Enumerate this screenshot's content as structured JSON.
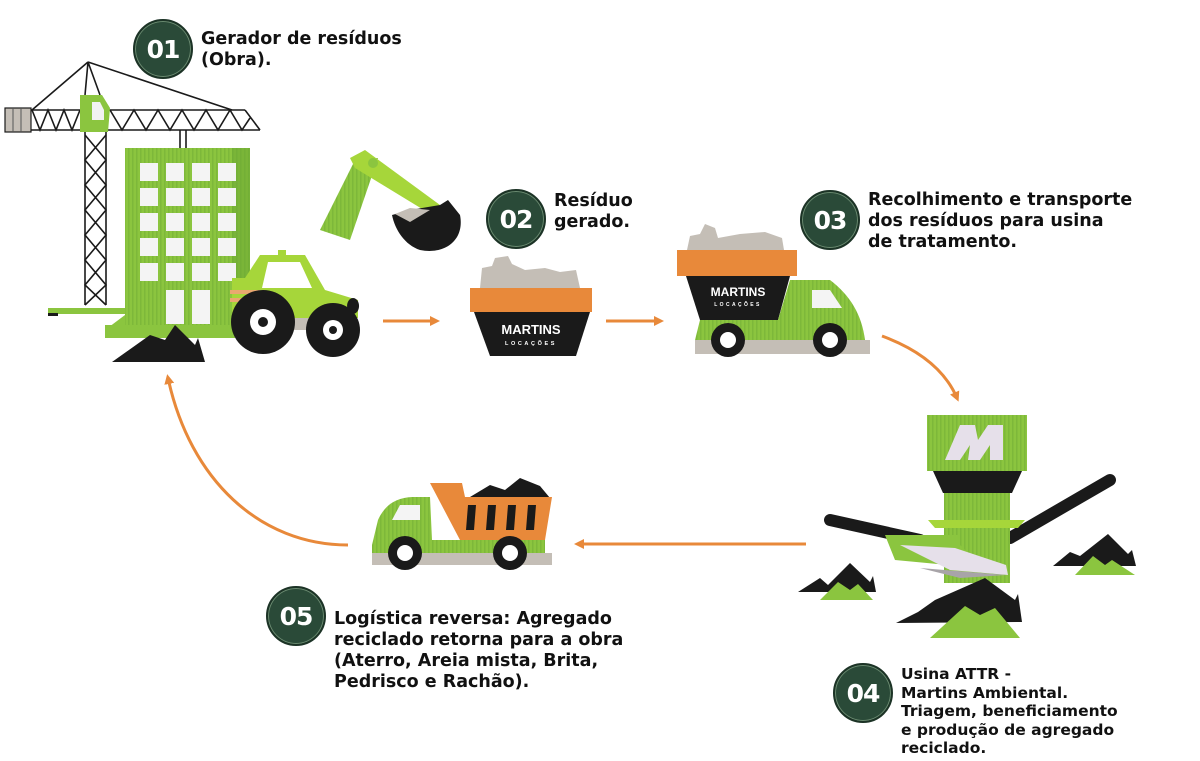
{
  "colors": {
    "green_light": "#8bc53f",
    "green_dark": "#6aa632",
    "lime": "#a6d63a",
    "orange": "#e8893a",
    "black": "#1a1a1a",
    "gray": "#c4beb6",
    "badge": "#2a4a38"
  },
  "steps": [
    {
      "number": "01",
      "text": "Gerador de resíduos\n(Obra)."
    },
    {
      "number": "02",
      "text": "Resíduo\ngerado."
    },
    {
      "number": "03",
      "text": "Recolhimento e transporte\ndos resíduos para usina\nde tratamento."
    },
    {
      "number": "04",
      "text": "Usina ATTR -\nMartins Ambiental.\nTriagem, beneficiamento\ne produção de agregado reciclado."
    },
    {
      "number": "05",
      "text": "Logística reversa: Agregado\nreciclado retorna para a obra\n(Aterro, Areia mista, Brita,\nPedrisco e Rachão)."
    }
  ],
  "brand": {
    "name": "MARTINS",
    "subtitle": "LOCAÇÕES",
    "plant_logo": "M"
  }
}
